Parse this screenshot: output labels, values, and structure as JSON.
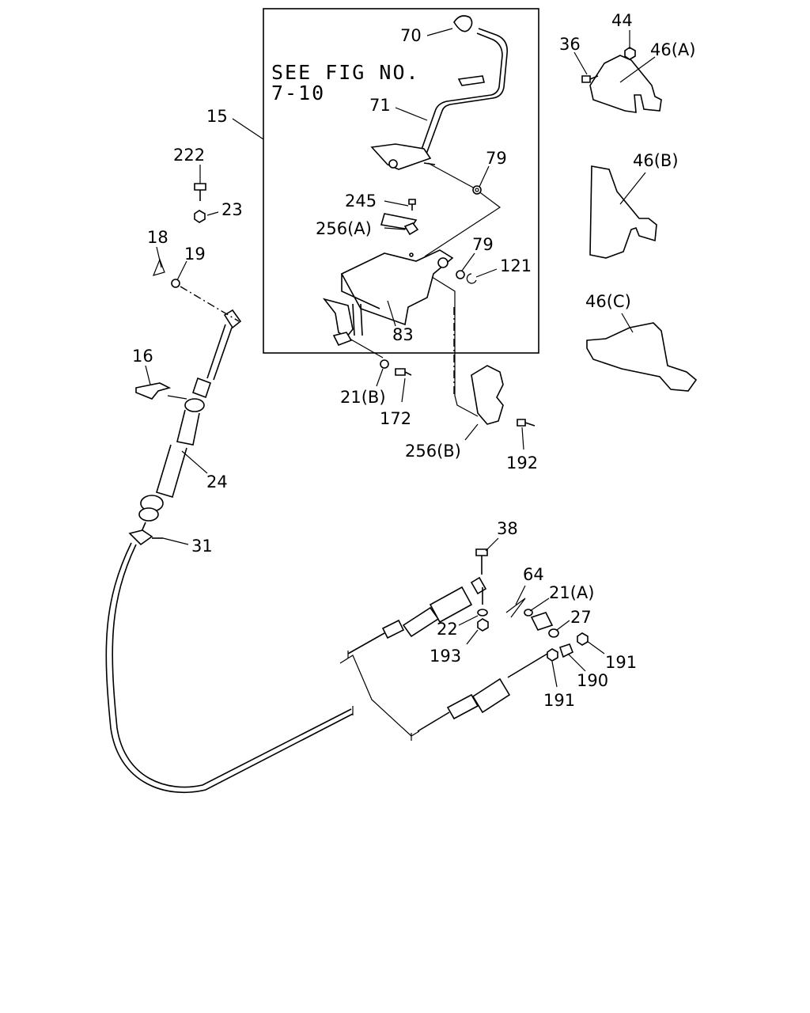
{
  "note": {
    "line1": "SEE FIG NO.",
    "line2": "7-10"
  },
  "callouts": {
    "p70": "70",
    "p71": "71",
    "p15": "15",
    "p79a": "79",
    "p245": "245",
    "p256a": "256(A)",
    "p79b": "79",
    "p121": "121",
    "p83": "83",
    "p222": "222",
    "p23": "23",
    "p18": "18",
    "p19": "19",
    "p16": "16",
    "p24": "24",
    "p31": "31",
    "p44": "44",
    "p36": "36",
    "p46a": "46(A)",
    "p46b": "46(B)",
    "p46c": "46(C)",
    "p21b": "21(B)",
    "p172": "172",
    "p256b": "256(B)",
    "p192": "192",
    "p38": "38",
    "p64": "64",
    "p21a": "21(A)",
    "p27": "27",
    "p22": "22",
    "p193": "193",
    "p191a": "191",
    "p190": "190",
    "p191b": "191"
  }
}
